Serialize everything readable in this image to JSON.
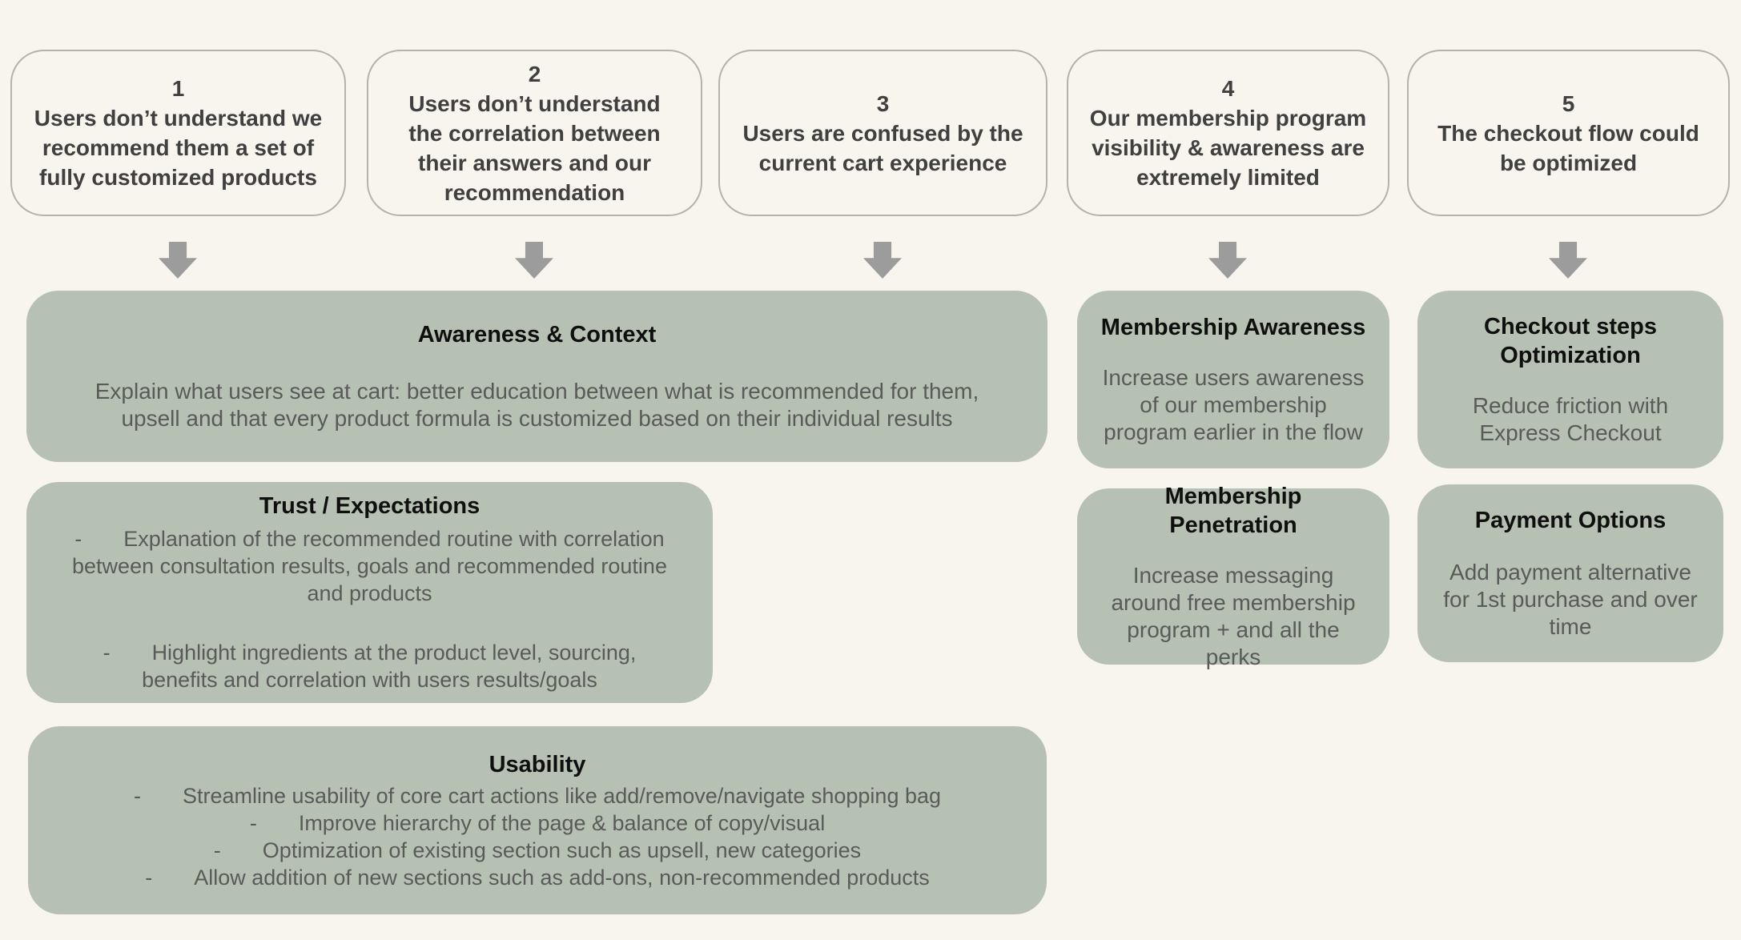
{
  "ui": {
    "bullet_marker": "-"
  },
  "colors": {
    "background": "#f8f4ee",
    "card_border": "#b5b2ae",
    "solution_green": "#b6c1b3",
    "arrow_gray": "#9c9c9c",
    "heading_text": "#0f0f0f",
    "body_text": "#5a5a5a",
    "problem_text": "#404040"
  },
  "problems": [
    {
      "number": "1",
      "text": "Users don’t understand we recommend them a set of fully customized products"
    },
    {
      "number": "2",
      "text": "Users don’t understand the correlation between their answers and our recommendation"
    },
    {
      "number": "3",
      "text": "Users are confused by the current cart experience"
    },
    {
      "number": "4",
      "text": "Our membership program visibility & awareness are extremely limited"
    },
    {
      "number": "5",
      "text": "The checkout flow could be optimized"
    }
  ],
  "solutions": {
    "awareness": {
      "title": "Awareness & Context",
      "body": "Explain what users see at cart: better education between what is recommended for them, upsell and that every product formula is customized based on their individual results"
    },
    "trust": {
      "title": "Trust / Expectations",
      "bullets": [
        "Explanation of the recommended routine with correlation between consultation results, goals and recommended routine and products",
        "Highlight ingredients at the product level, sourcing, benefits and correlation with users results/goals"
      ]
    },
    "usability": {
      "title": "Usability",
      "bullets": [
        "Streamline usability of core cart actions like add/remove/navigate shopping bag",
        "Improve hierarchy of the page & balance of copy/visual",
        "Optimization of existing section such as upsell, new categories",
        "Allow addition of new sections such as add-ons, non-recommended products"
      ]
    },
    "membership_awareness": {
      "title": "Membership Awareness",
      "body": "Increase users awareness of our membership program earlier in the flow"
    },
    "membership_penetration": {
      "title": "Membership Penetration",
      "body": "Increase messaging around free membership program + and all the perks"
    },
    "checkout_steps": {
      "title": "Checkout steps Optimization",
      "body": "Reduce friction with Express Checkout"
    },
    "payment_options": {
      "title": "Payment Options",
      "body": "Add payment alternative for 1st purchase and over time"
    }
  }
}
